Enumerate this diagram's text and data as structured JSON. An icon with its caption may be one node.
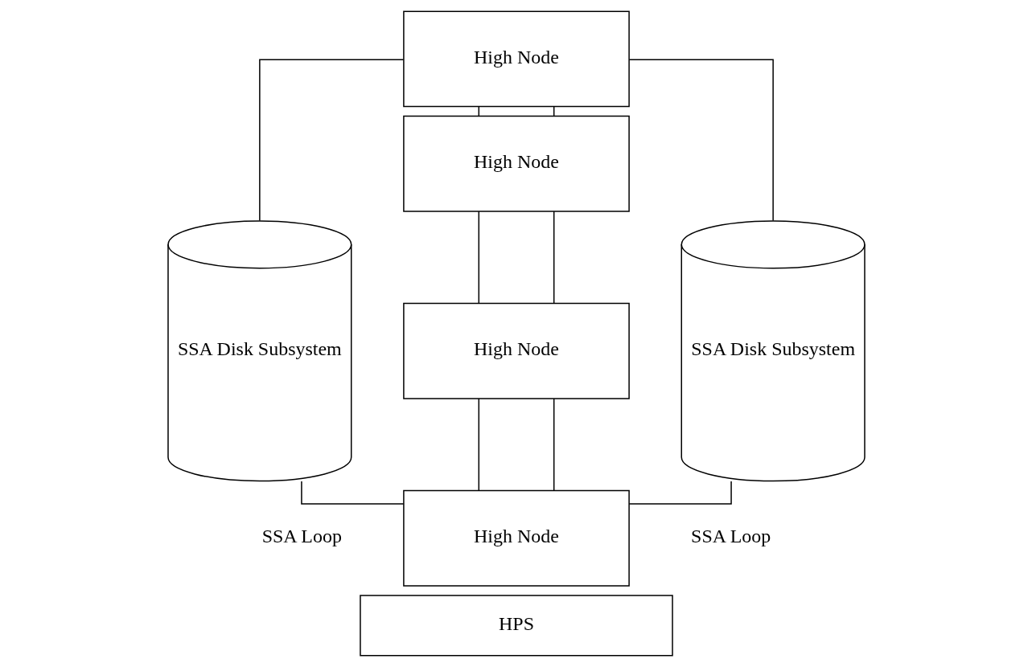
{
  "diagram": {
    "nodes": [
      {
        "text": [
          "SSA Disk Subsystem"
        ]
      },
      {
        "text": [
          "High Node"
        ]
      },
      {
        "text": [
          "High Node"
        ]
      },
      {
        "text": [
          "High Node"
        ]
      },
      {
        "text": [
          "High Node"
        ]
      },
      {
        "text": [
          "SSA Disk Subsystem"
        ]
      },
      {
        "text": [
          "HPS"
        ]
      }
    ],
    "edges": [
      {
        "from": 1,
        "to": 0,
        "arrow": "none"
      },
      {
        "from": 0,
        "to": 4,
        "arrow": "none"
      },
      {
        "from": 1,
        "to": 2,
        "arrow": "none"
      },
      {
        "from": 2,
        "to": 3,
        "arrow": "none"
      },
      {
        "from": 3,
        "to": 4,
        "arrow": "none"
      },
      {
        "from": 1,
        "to": 2,
        "arrow": "none"
      },
      {
        "from": 2,
        "to": 3,
        "arrow": "none"
      },
      {
        "from": 3,
        "to": 4,
        "arrow": "none"
      },
      {
        "from": 1,
        "to": 5,
        "arrow": "none"
      },
      {
        "from": 5,
        "to": 4,
        "arrow": "none"
      }
    ],
    "labels": [
      "SSA Loop",
      "SSA Loop"
    ]
  }
}
